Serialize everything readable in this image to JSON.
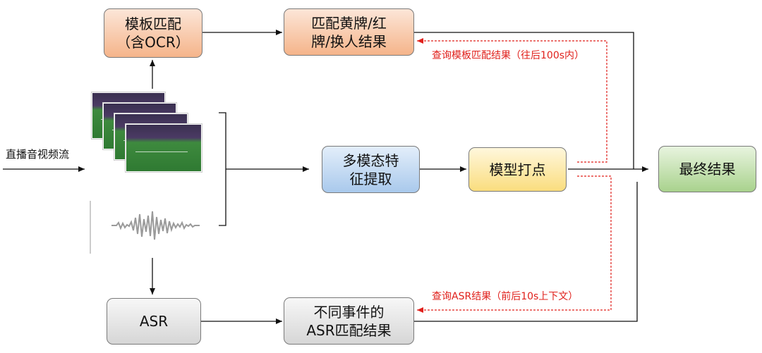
{
  "input_label": "直播音视频流",
  "boxes": {
    "template_match": [
      "模板匹配",
      "（含OCR）"
    ],
    "card_result": [
      "匹配黄牌/红",
      "牌/换人结果"
    ],
    "feature_extract": [
      "多模态特",
      "征提取"
    ],
    "model_point": [
      "模型打点"
    ],
    "final_result": [
      "最终结果"
    ],
    "asr": [
      "ASR"
    ],
    "asr_result": [
      "不同事件的",
      "ASR匹配结果"
    ]
  },
  "annotations": {
    "query_template": "查询模板匹配结果（往后100s内）",
    "query_asr": "查询ASR结果（前后10s上下文）"
  },
  "colors": {
    "orange": "#f5b48a",
    "blue": "#a9c9ec",
    "yellow": "#fadd7e",
    "green": "#a9d28d",
    "gray": "#d6d6d6",
    "red_annotation": "#e0201b"
  }
}
